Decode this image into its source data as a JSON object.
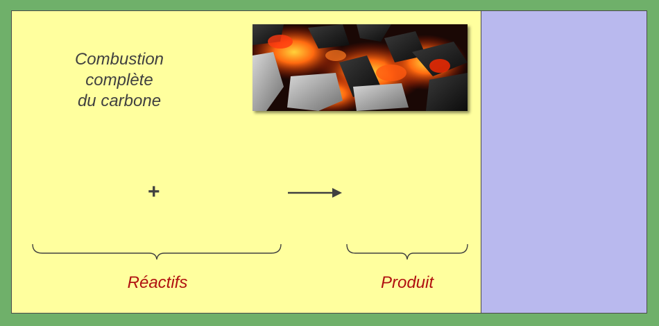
{
  "title": {
    "line1": "Combustion complète",
    "line2": "du carbone"
  },
  "photo": {
    "icon": "glowing-charcoal-image"
  },
  "equation": {
    "plus_sign": "+",
    "arrow_icon": "right-arrow-icon"
  },
  "labels": {
    "reactants": "Réactifs",
    "product": "Produit"
  },
  "colors": {
    "background": "#6fb06a",
    "panel_main": "#ffff9e",
    "panel_side": "#b9b9ee",
    "label_red": "#b01010",
    "text_gray": "#404040"
  }
}
